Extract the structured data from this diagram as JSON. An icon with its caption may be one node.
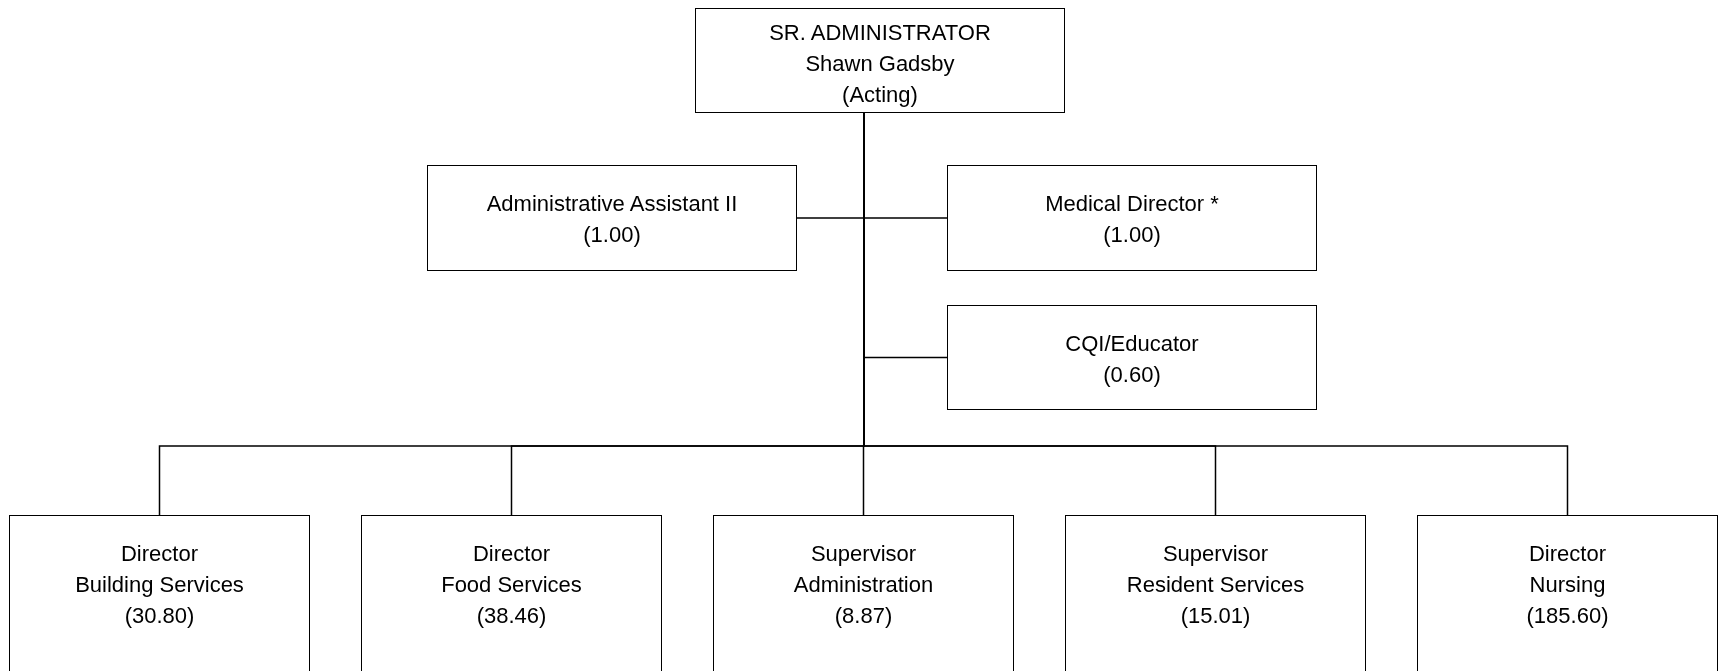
{
  "diagram": {
    "nodes": [
      {
        "text": [
          "SR. ADMINISTRATOR",
          "Shawn Gadsby",
          "(Acting)"
        ]
      },
      {
        "text": [
          "Administrative Assistant II",
          "(1.00)"
        ]
      },
      {
        "text": [
          "Medical Director *",
          "(1.00)"
        ]
      },
      {
        "text": [
          "CQI/Educator",
          "(0.60)"
        ]
      },
      {
        "text": [
          "Director",
          "Building Services",
          "(30.80)"
        ]
      },
      {
        "text": [
          "Director",
          "Food Services",
          "(38.46)"
        ]
      },
      {
        "text": [
          "Supervisor",
          "Administration",
          "(8.87)"
        ]
      },
      {
        "text": [
          "Supervisor",
          "Resident Services",
          "(15.01)"
        ]
      },
      {
        "text": [
          "Director",
          "Nursing",
          "(185.60)"
        ]
      }
    ],
    "edges": [
      {
        "from": 0,
        "to": 1,
        "arrow": "none"
      },
      {
        "from": 0,
        "to": 2,
        "arrow": "none"
      },
      {
        "from": 0,
        "to": 3,
        "arrow": "none"
      },
      {
        "from": 0,
        "to": 4,
        "arrow": "none"
      },
      {
        "from": 0,
        "to": 5,
        "arrow": "none"
      },
      {
        "from": 0,
        "to": 6,
        "arrow": "none"
      },
      {
        "from": 0,
        "to": 7,
        "arrow": "none"
      },
      {
        "from": 0,
        "to": 8,
        "arrow": "none"
      }
    ]
  }
}
